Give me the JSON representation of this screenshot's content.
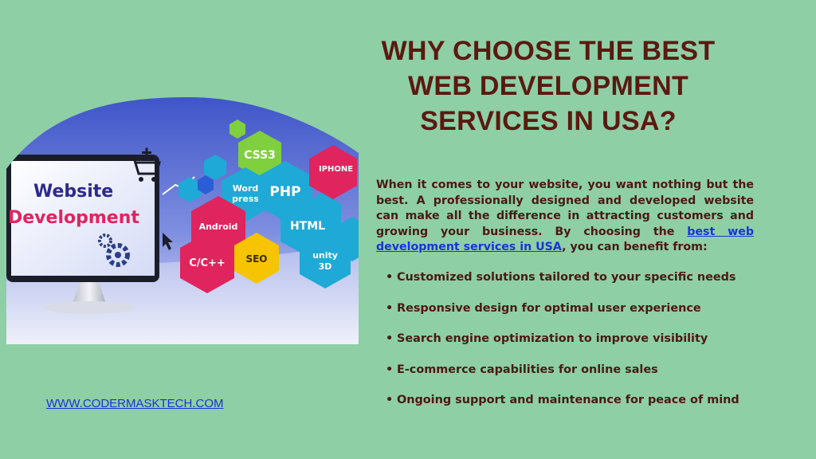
{
  "title": {
    "line1": "WHY CHOOSE THE BEST",
    "line2": "WEB DEVELOPMENT",
    "line3": "SERVICES IN USA?"
  },
  "intro": {
    "text_before": "When it comes to your website, you want nothing but the best. A professionally designed and developed website can make all the difference in attracting customers and growing your business. By choosing the ",
    "link_text": "best web development services in USA",
    "text_after": ", you can benefit from:"
  },
  "bullets": [
    "Customized solutions tailored to your specific needs",
    "Responsive design for optimal user experience",
    "Search engine optimization to improve visibility",
    "E-commerce capabilities for online sales",
    "Ongoing support and maintenance for peace of mind"
  ],
  "footer": {
    "website": "WWW.CODERMASKTECH.COM"
  },
  "illustration": {
    "monitor_line1": "Website",
    "monitor_line2": "Development",
    "hexagons": {
      "css3": "CSS3",
      "wordpress_line1": "Word",
      "wordpress_line2": "press",
      "php": "PHP",
      "iphone": "IPHONE",
      "android": "Android",
      "html": "HTML",
      "ccpp": "C/C++",
      "seo": "SEO",
      "unity_line1": "unity",
      "unity_line2": "3D"
    }
  },
  "colors": {
    "background": "#8ecfa6",
    "title": "#5a1a10",
    "body_text": "#4a1a12",
    "link": "#1a33d8",
    "hex_pink": "#e0245e",
    "hex_cyan": "#1fa9d6",
    "hex_green": "#7fcf3f",
    "hex_yellow": "#f6c400"
  }
}
